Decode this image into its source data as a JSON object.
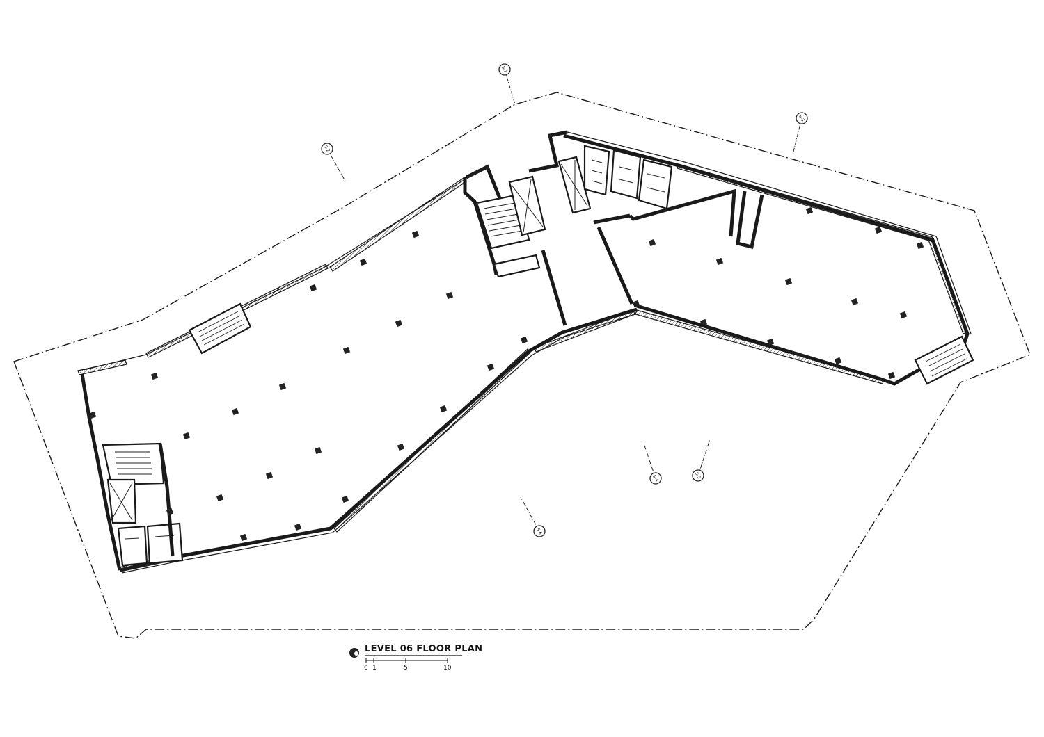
{
  "drawing": {
    "title": "LEVEL 06 FLOOR PLAN",
    "scale_labels": [
      "0",
      "1",
      "5",
      "10"
    ]
  },
  "section_markers": [
    {
      "label": "S-1"
    },
    {
      "label": "S-2"
    },
    {
      "label": "S-3"
    },
    {
      "label": "S-4"
    },
    {
      "label": "S-5"
    },
    {
      "label": "S-6"
    }
  ],
  "colors": {
    "ink": "#1a1a1a",
    "background": "#ffffff"
  }
}
